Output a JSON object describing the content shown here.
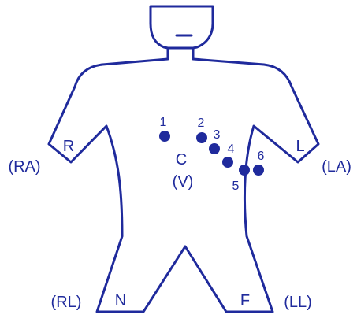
{
  "colors": {
    "line": "#1f2a9c",
    "background": "#ffffff"
  },
  "labels": {
    "right_arm_inner": "R",
    "right_arm_outer": "(RA)",
    "left_arm_inner": "L",
    "left_arm_outer": "(LA)",
    "center_letter": "C",
    "center_sub": "(V)",
    "right_leg_inner": "N",
    "right_leg_outer": "(RL)",
    "left_leg_inner": "F",
    "left_leg_outer": "(LL)"
  },
  "electrodes": [
    {
      "number": "1"
    },
    {
      "number": "2"
    },
    {
      "number": "3"
    },
    {
      "number": "4"
    },
    {
      "number": "5"
    },
    {
      "number": "6"
    }
  ]
}
